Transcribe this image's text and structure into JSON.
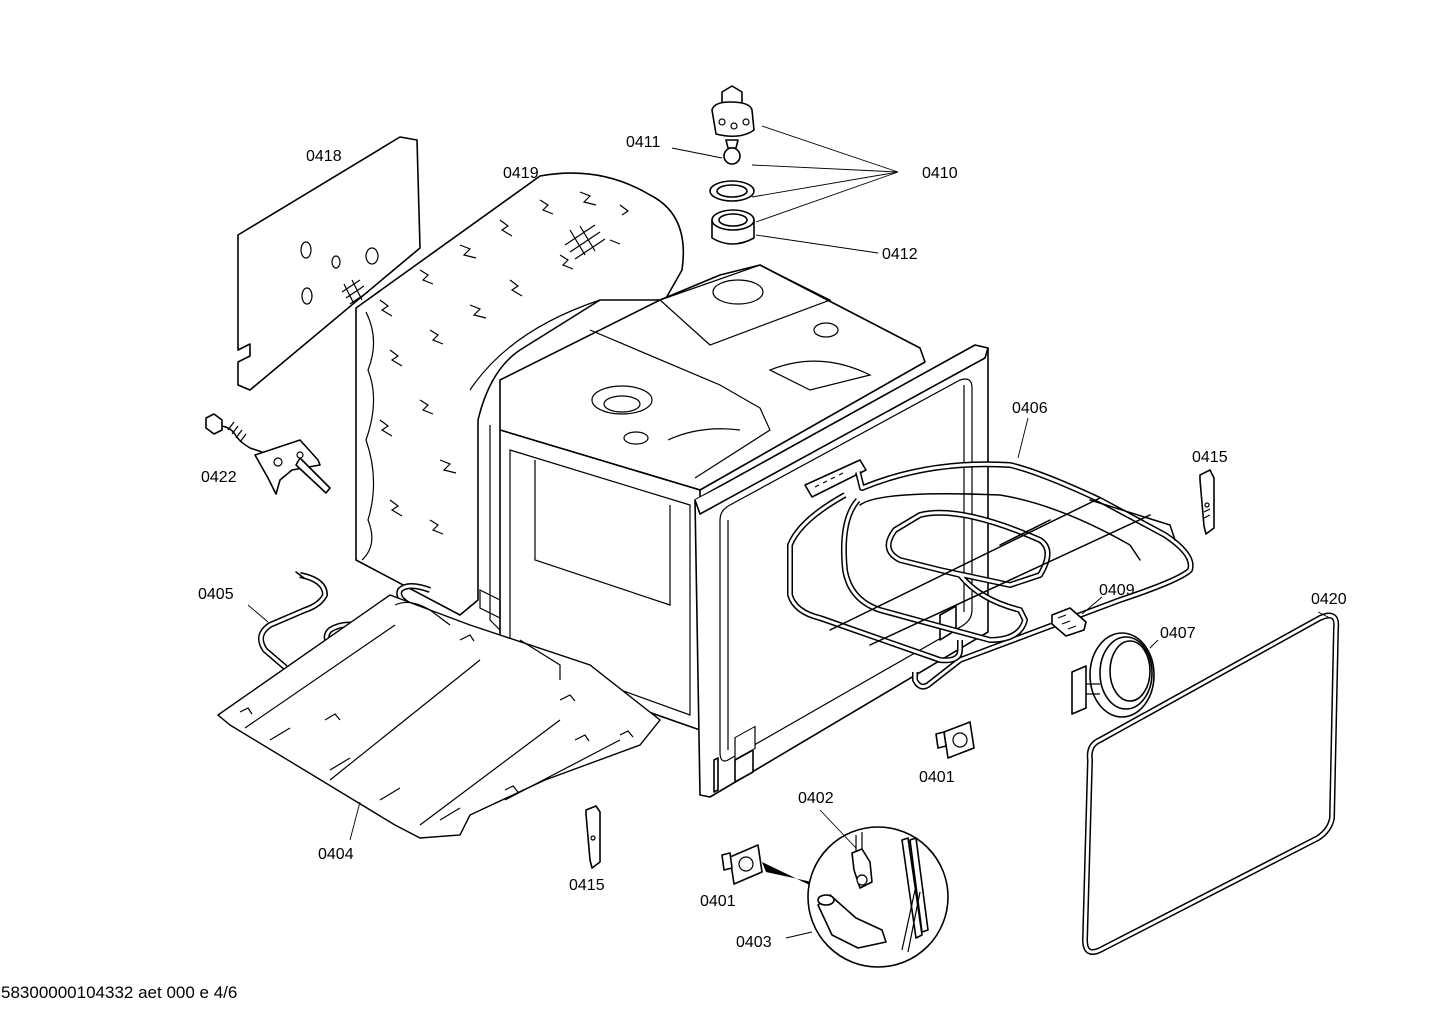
{
  "labels": {
    "p0418": "0418",
    "p0419": "0419",
    "p0411": "0411",
    "p0410": "0410",
    "p0412": "0412",
    "p0406": "0406",
    "p0415a": "0415",
    "p0422": "0422",
    "p0405": "0405",
    "p0409": "0409",
    "p0420": "0420",
    "p0407": "0407",
    "p0401a": "0401",
    "p0402": "0402",
    "p0404": "0404",
    "p0415b": "0415",
    "p0401b": "0401",
    "p0403": "0403"
  },
  "footer": {
    "doc_code": "58300000104332 aet 000 e 4/6"
  }
}
